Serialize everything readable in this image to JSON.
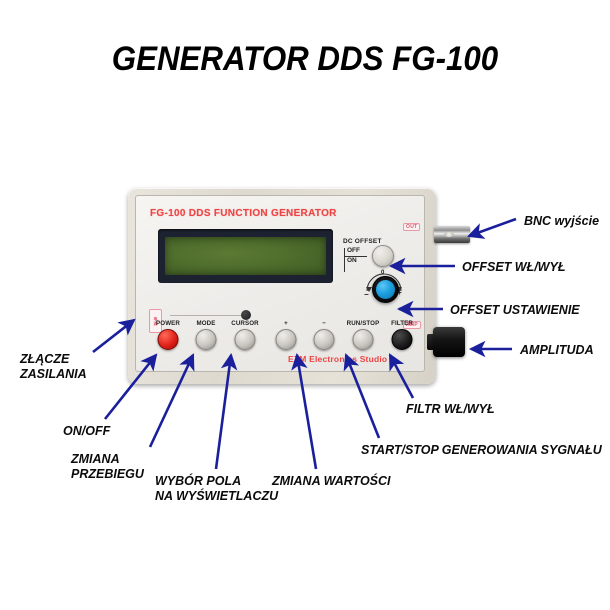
{
  "page": {
    "title": "GENERATOR DDS FG-100",
    "background": "#ffffff",
    "arrow_color": "#1a1f9c",
    "label_color": "#0b0b0b"
  },
  "device": {
    "brand_top": "FG-100 DDS FUNCTION GENERATOR",
    "brand_bottom": "EZM Electronics Studio",
    "chassis_color": "#e2ddd3",
    "panel_color": "#f2f1ee",
    "lcd": {
      "screen_color": "#4f6d2c",
      "bezel_color": "#1d2230",
      "text": ""
    },
    "dc_offset": {
      "title": "DC OFFSET",
      "switch_off": "OFF",
      "switch_on": "ON",
      "knob_zero": "0",
      "knob_minus": "−",
      "knob_plus": "+",
      "knob_color": "#1d9fe0"
    },
    "side_tags": {
      "out": "OUT",
      "amp": "AMP"
    },
    "left_sticker": "电源",
    "buttons": [
      {
        "label": "POWER",
        "color": "red",
        "name": "power-button"
      },
      {
        "label": "MODE",
        "color": "gray",
        "name": "mode-button"
      },
      {
        "label": "CURSOR",
        "color": "gray",
        "name": "cursor-button"
      },
      {
        "label": "+",
        "color": "gray",
        "name": "plus-button"
      },
      {
        "label": "−",
        "color": "gray",
        "name": "minus-button"
      },
      {
        "label": "RUN/STOP",
        "color": "gray",
        "name": "run-stop-button"
      },
      {
        "label": "FILTER",
        "color": "black",
        "name": "filter-button"
      }
    ],
    "connectors": {
      "bnc_output": "BNC",
      "amplitude_knob": "AMPLITUDE"
    }
  },
  "callouts": {
    "bnc_output": "BNC wyjście",
    "offset_on_off": "OFFSET WŁ/WYŁ",
    "offset_setting": "OFFSET USTAWIENIE",
    "amplitude": "AMPLITUDA",
    "power_connector_line1": "ZŁĄCZE",
    "power_connector_line2": "ZASILANIA",
    "on_off": "ON/OFF",
    "waveform_change_line1": "ZMIANA",
    "waveform_change_line2": "PRZEBIEGU",
    "field_select_line1": "WYBÓR POLA",
    "field_select_line2": "NA WYŚWIETLACZU",
    "value_change": "ZMIANA WARTOŚCI",
    "start_stop": "START/STOP GENEROWANIA SYGNAŁU",
    "filter_on_off": "FILTR WŁ/WYŁ"
  }
}
